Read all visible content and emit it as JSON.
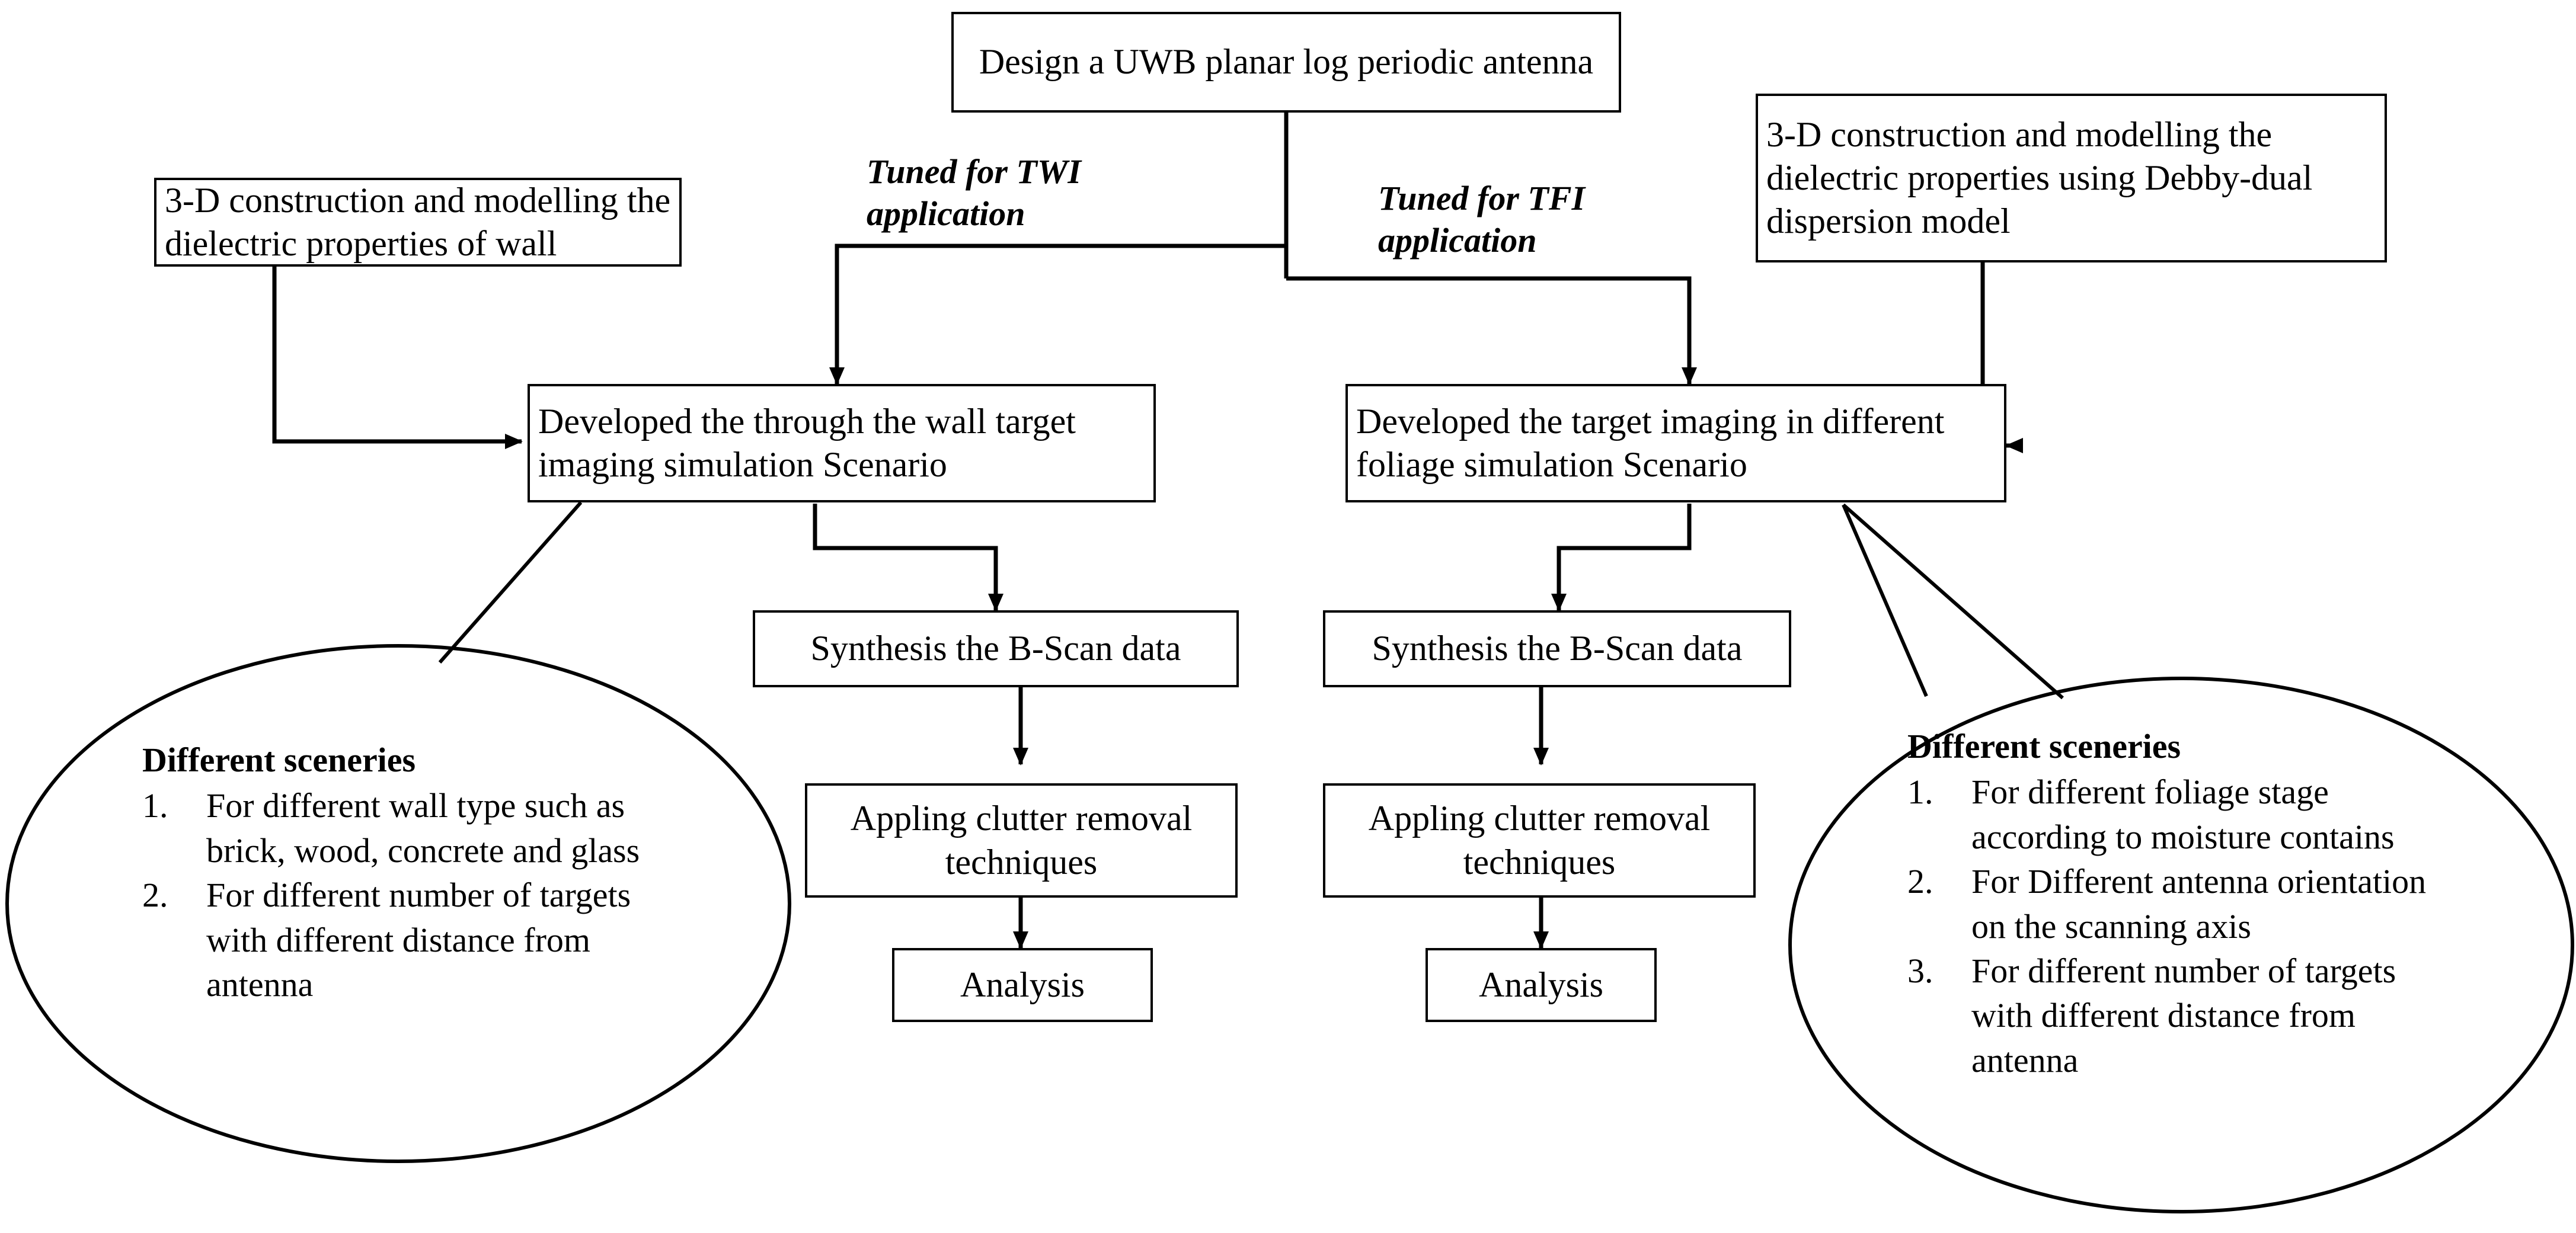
{
  "diagram": {
    "title_node": {
      "text": "Design a UWB planar log periodic antenna"
    },
    "left_source": {
      "text": "3-D construction and modelling the dielectric properties of wall"
    },
    "right_source": {
      "text": "3-D construction and modelling the dielectric properties using Debby-dual dispersion model"
    },
    "edge_labels": {
      "twi": "Tuned for TWI\napplication",
      "tfi": "Tuned for TFI\napplication"
    },
    "branches": {
      "twi": {
        "scenario": "Developed the through the wall target imaging simulation Scenario",
        "synthesis": "Synthesis the B-Scan data",
        "clutter": "Appling clutter removal techniques",
        "analysis": "Analysis"
      },
      "tfi": {
        "scenario": "Developed the target imaging in different foliage simulation Scenario",
        "synthesis": "Synthesis the B-Scan data",
        "clutter": "Appling clutter removal techniques",
        "analysis": "Analysis"
      }
    },
    "left_ellipse": {
      "title": "Different sceneries",
      "items": [
        {
          "num": "1.",
          "text": "For different wall type such as brick, wood, concrete and glass"
        },
        {
          "num": "2.",
          "text": "For different number of targets with different distance from antenna"
        }
      ]
    },
    "right_ellipse": {
      "title": "Different sceneries",
      "items": [
        {
          "num": "1.",
          "text": "For different foliage stage according to moisture contains"
        },
        {
          "num": "2.",
          "text": "For Different antenna orientation on the scanning axis"
        },
        {
          "num": "3.",
          "text": "For different number of targets with different distance from antenna"
        }
      ]
    },
    "colors": {
      "stroke": "#000000",
      "fill": "#ffffff"
    }
  }
}
